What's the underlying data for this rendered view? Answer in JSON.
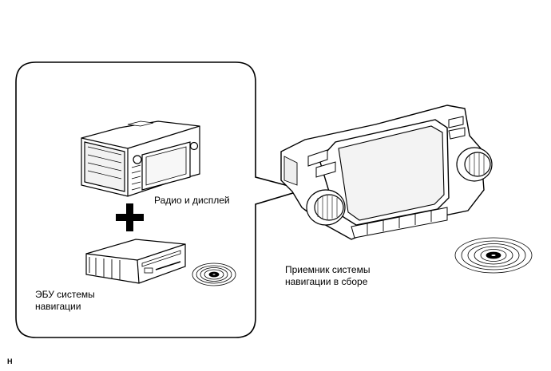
{
  "labels": {
    "radio_display": "Радио и дисплей",
    "ecu_line1": "ЭБУ системы",
    "ecu_line2": "навигации",
    "receiver_line1": "Приемник системы",
    "receiver_line2": "навигации в сборе",
    "figure_code": "H"
  },
  "icons": {
    "plus": "plus-icon",
    "disc": "cd-disc-icon"
  }
}
